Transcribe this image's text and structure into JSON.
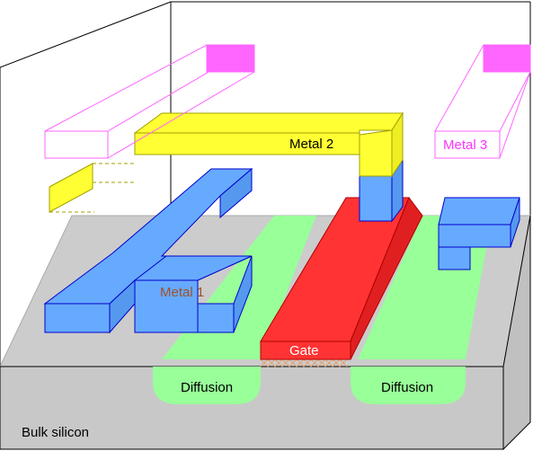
{
  "labels": {
    "metal1": "Metal 1",
    "metal2": "Metal 2",
    "metal3": "Metal 3",
    "gate": "Gate",
    "diffusion_left": "Diffusion",
    "diffusion_right": "Diffusion",
    "bulk": "Bulk silicon"
  },
  "colors": {
    "bulk_top": "#cccccc",
    "bulk_front": "#c8c8c8",
    "diffusion": "#99ff99",
    "gate": "#ff3333",
    "metal1": "#66aaff",
    "metal2": "#ffff33",
    "metal3": "#ff66ff",
    "metal1_text": "#a0522d",
    "metal3_text": "#ff33ff"
  }
}
